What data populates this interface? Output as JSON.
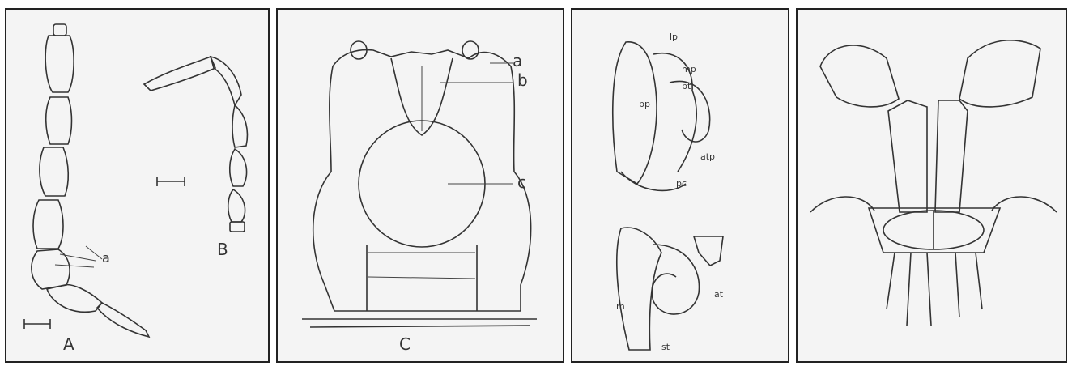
{
  "panels": [
    {
      "name": "panel-1",
      "labels": {
        "a": "a",
        "A": "A",
        "B": "B"
      }
    },
    {
      "name": "panel-2",
      "labels": {
        "a": "a",
        "b": "b",
        "c": "c",
        "C": "C"
      }
    },
    {
      "name": "panel-3",
      "labels": {
        "lp": "lp",
        "mp": "mp",
        "pt": "pt",
        "pp": "pp",
        "atp": "atp",
        "pc": "pc",
        "at": "at",
        "m": "m",
        "st": "st"
      }
    },
    {
      "name": "panel-4",
      "labels": {}
    }
  ],
  "colors": {
    "ink": "#333333",
    "paper": "#f4f4f4",
    "border": "#222222"
  }
}
